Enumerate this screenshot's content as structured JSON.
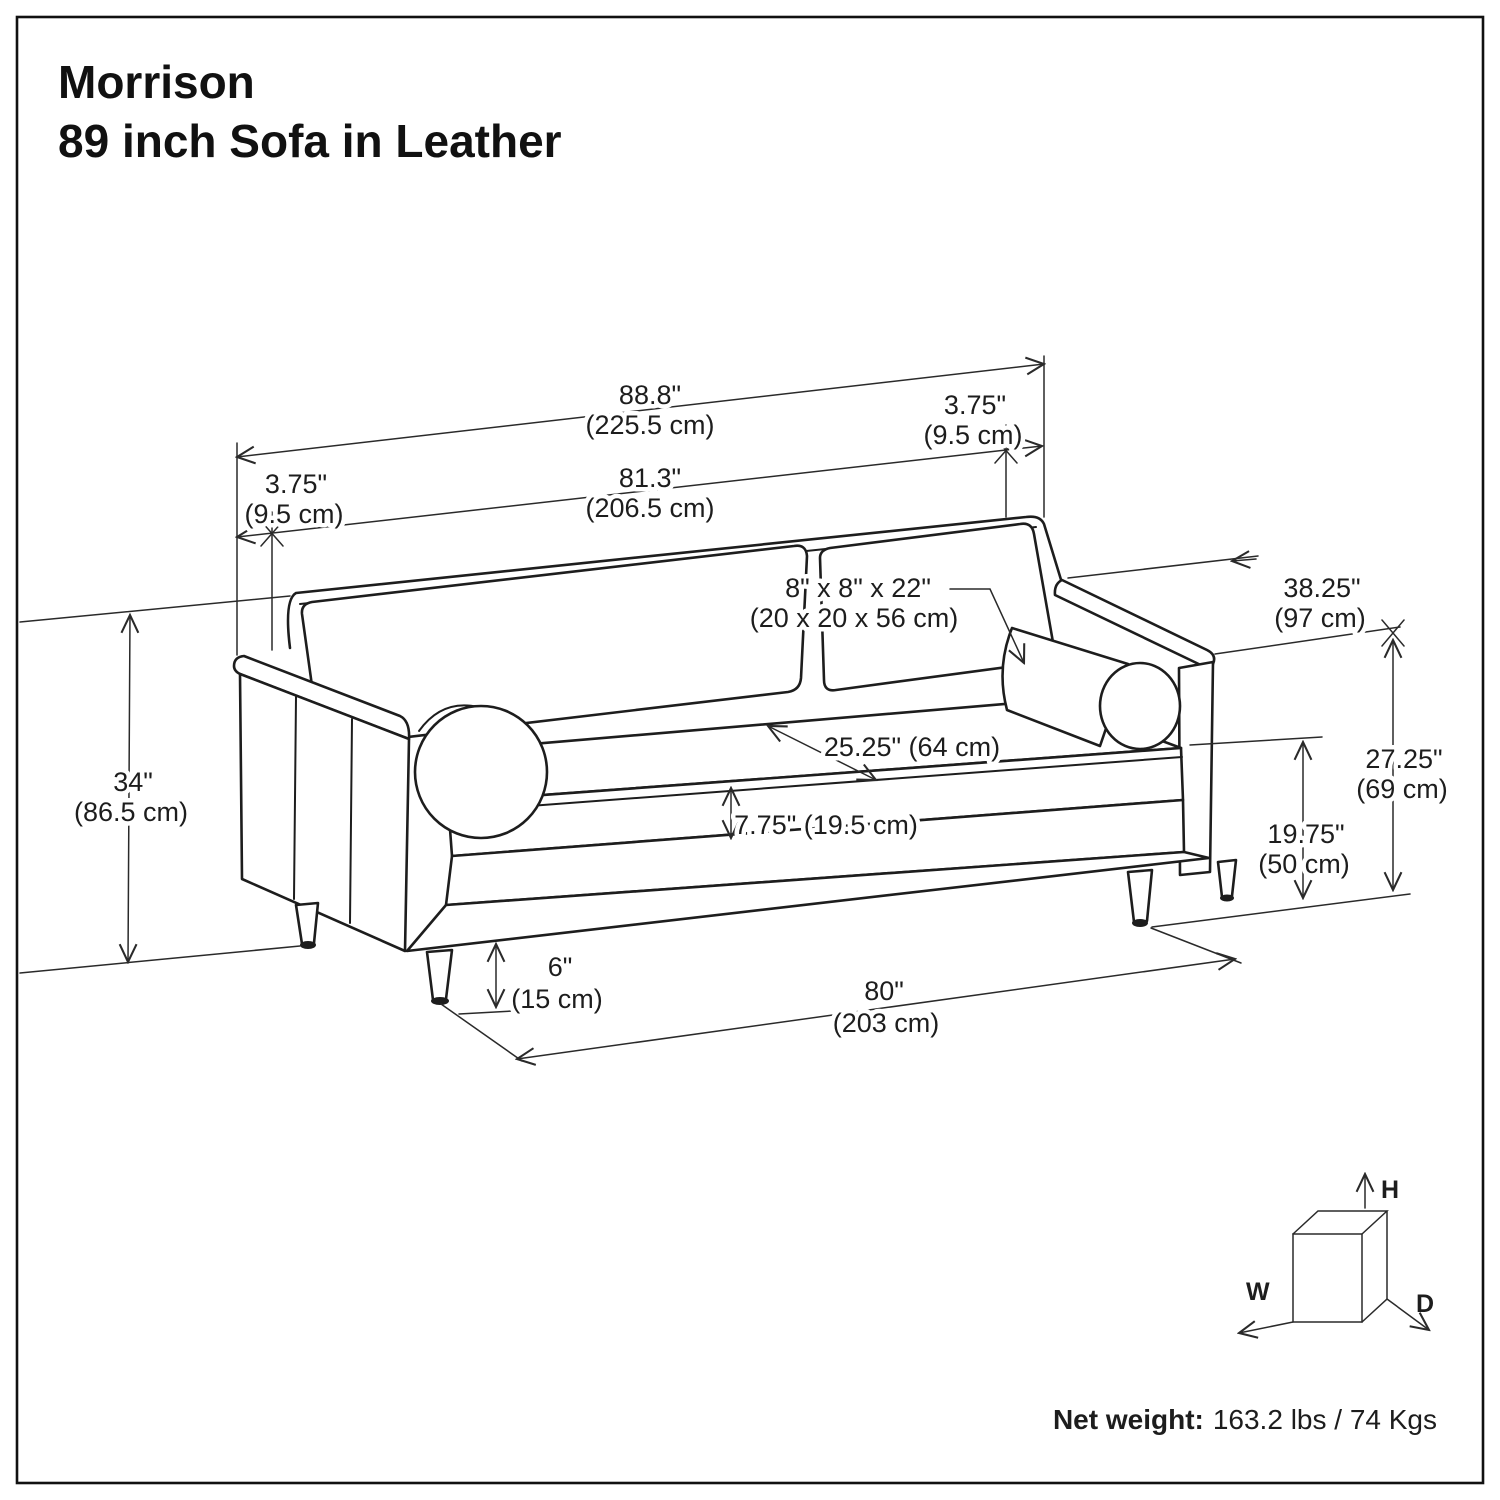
{
  "title": {
    "line1": "Morrison",
    "line2": "89 inch Sofa in Leather"
  },
  "dims": {
    "overall_width_in": "88.8\"",
    "overall_width_cm": "(225.5 cm)",
    "back_offset_left_in": "3.75\"",
    "back_offset_left_cm": "(9.5 cm)",
    "back_width_in": "81.3\"",
    "back_width_cm": "(206.5 cm)",
    "back_offset_right_in": "3.75\"",
    "back_offset_right_cm": "(9.5 cm)",
    "depth_in": "38.25\"",
    "depth_cm": "(97 cm)",
    "bolster_in": "8\" x 8\" x 22\"",
    "bolster_cm": "(20 x 20 x 56 cm)",
    "seat_depth": "25.25\" (64 cm)",
    "overall_height_in": "34\"",
    "overall_height_cm": "(86.5 cm)",
    "arm_height_in": "27.25\"",
    "arm_height_cm": "(69 cm)",
    "seat_height_in": "19.75\"",
    "seat_height_cm": "(50 cm)",
    "cushion_thickness": "7.75\" (19.5 cm)",
    "leg_height_in": "6\"",
    "leg_height_cm": "(15 cm)",
    "leg_span_in": "80\"",
    "leg_span_cm": "(203 cm)"
  },
  "axes": {
    "h": "H",
    "w": "W",
    "d": "D"
  },
  "net_weight": {
    "label": "Net weight:",
    "value": "163.2 lbs / 74 Kgs"
  },
  "colors": {
    "line": "#1d1d1d",
    "dimension": "#2a2a2a",
    "background": "#ffffff"
  }
}
